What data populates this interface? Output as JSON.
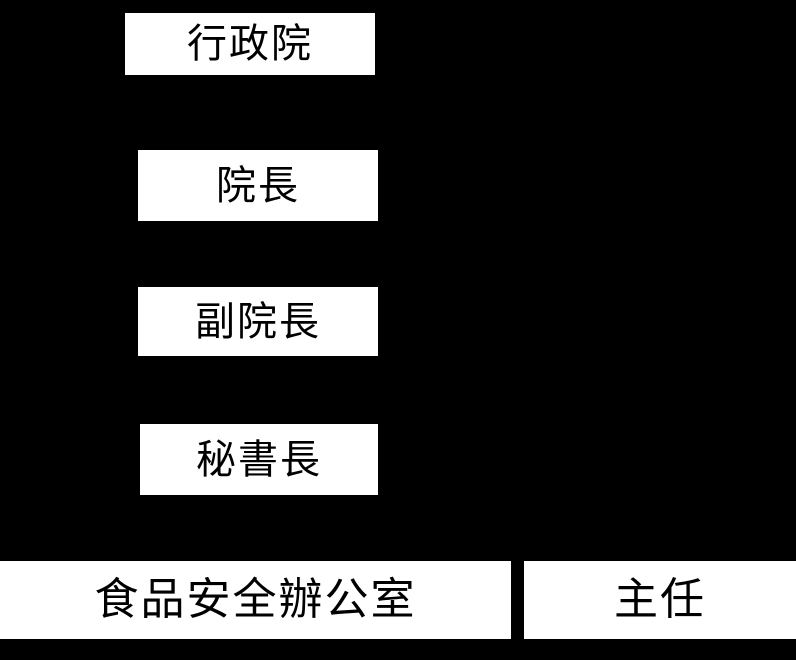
{
  "diagram": {
    "type": "org-chart",
    "background_color": "#000000",
    "box_fill_color": "#ffffff",
    "box_text_color": "#000000",
    "nodes": [
      {
        "id": "executive-yuan",
        "label": "行政院"
      },
      {
        "id": "president",
        "label": "院長"
      },
      {
        "id": "vice-president",
        "label": "副院長"
      },
      {
        "id": "secretary-general",
        "label": "秘書長"
      },
      {
        "id": "food-safety-office",
        "label": "食品安全辦公室"
      },
      {
        "id": "director",
        "label": "主任"
      }
    ]
  }
}
